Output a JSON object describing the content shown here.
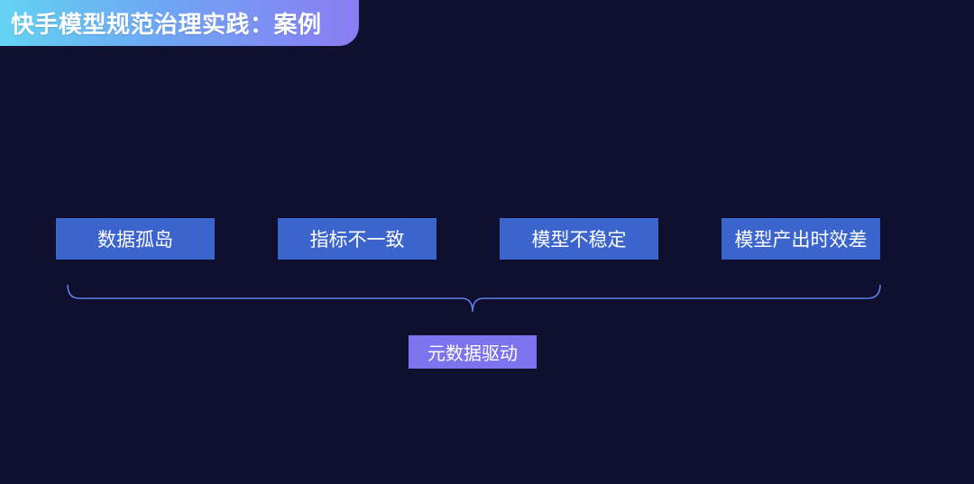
{
  "title": "快手模型规范治理实践：案例",
  "issues": [
    "数据孤岛",
    "指标不一致",
    "模型不稳定",
    "模型产出时效差"
  ],
  "driver": "元数据驱动",
  "colors": {
    "background": "#0f1030",
    "box": "#3b64cc",
    "brace": "#5f7fe0",
    "driver": "#7d73ee"
  }
}
